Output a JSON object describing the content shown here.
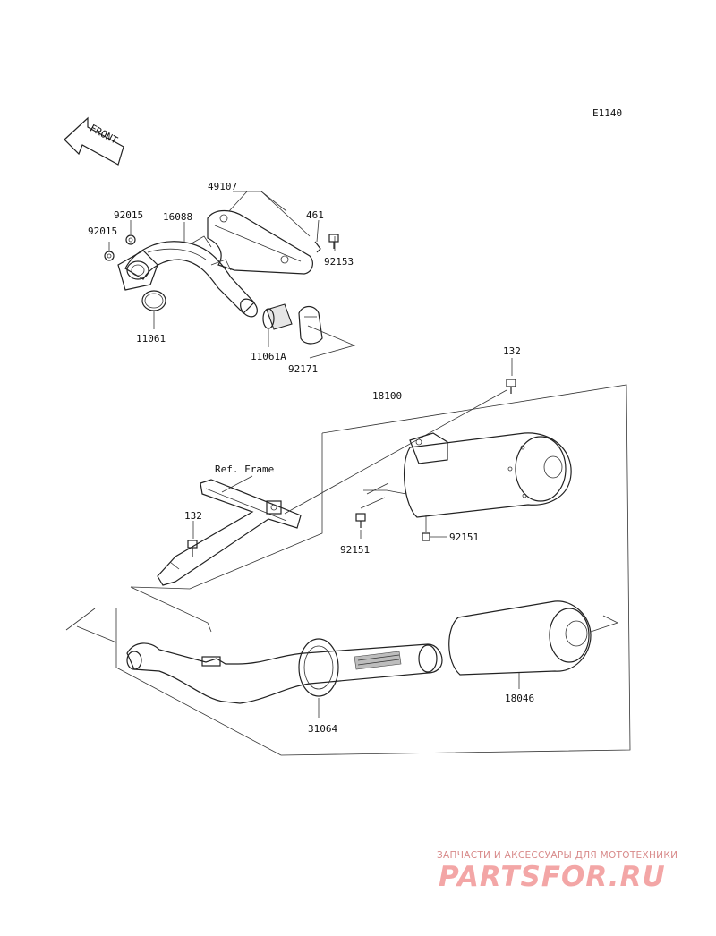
{
  "diagram": {
    "code": "E1140",
    "front_label": "FRONT",
    "ref_frame": "Ref. Frame",
    "parts": {
      "p92015_a": "92015",
      "p92015_b": "92015",
      "p16088": "16088",
      "p49107": "49107",
      "p461": "461",
      "p92153": "92153",
      "p11061": "11061",
      "p11061A": "11061A",
      "p92171": "92171",
      "p132_top": "132",
      "p18100": "18100",
      "p132_left": "132",
      "p92151_a": "92151",
      "p92151_b": "92151",
      "p18046": "18046",
      "p31064": "31064"
    }
  },
  "watermark": {
    "subtitle": "ЗАПЧАСТИ И АКСЕССУАРЫ ДЛЯ МОТОТЕХНИКИ",
    "logo": "PARTSFOR.RU"
  },
  "colors": {
    "line": "#222222",
    "watermark": "#f3a6a6"
  }
}
